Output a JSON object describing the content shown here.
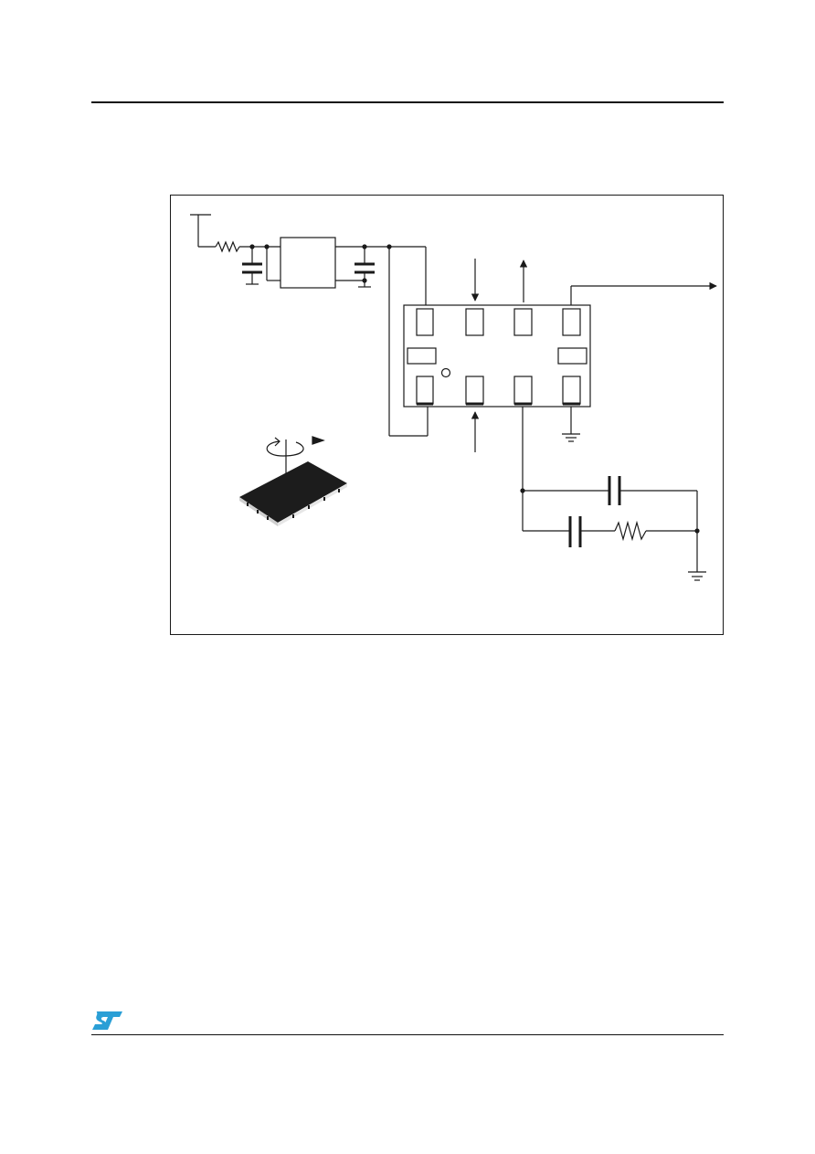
{
  "document": {
    "logo_icon": "st-logo-icon",
    "colors": {
      "rule": "#111111",
      "line": "#1a1a1a",
      "chip_body": "#1c1c1c",
      "chip_edge": "#cfcfcf",
      "logo": "#2a9fd6"
    }
  },
  "diagram": {
    "parts": [
      "supply-terminal",
      "series-resistor",
      "input-capacitor",
      "regulator-block",
      "output-capacitor",
      "sensor-ic-package",
      "input-arrow-top",
      "output-arrow-top",
      "output-signal-arrow",
      "input-arrow-bottom",
      "ground-symbol",
      "filter-capacitor-upper",
      "filter-capacitor-lower",
      "filter-resistor",
      "rotation-indicator-icon",
      "package-3d-view"
    ],
    "labels": []
  }
}
